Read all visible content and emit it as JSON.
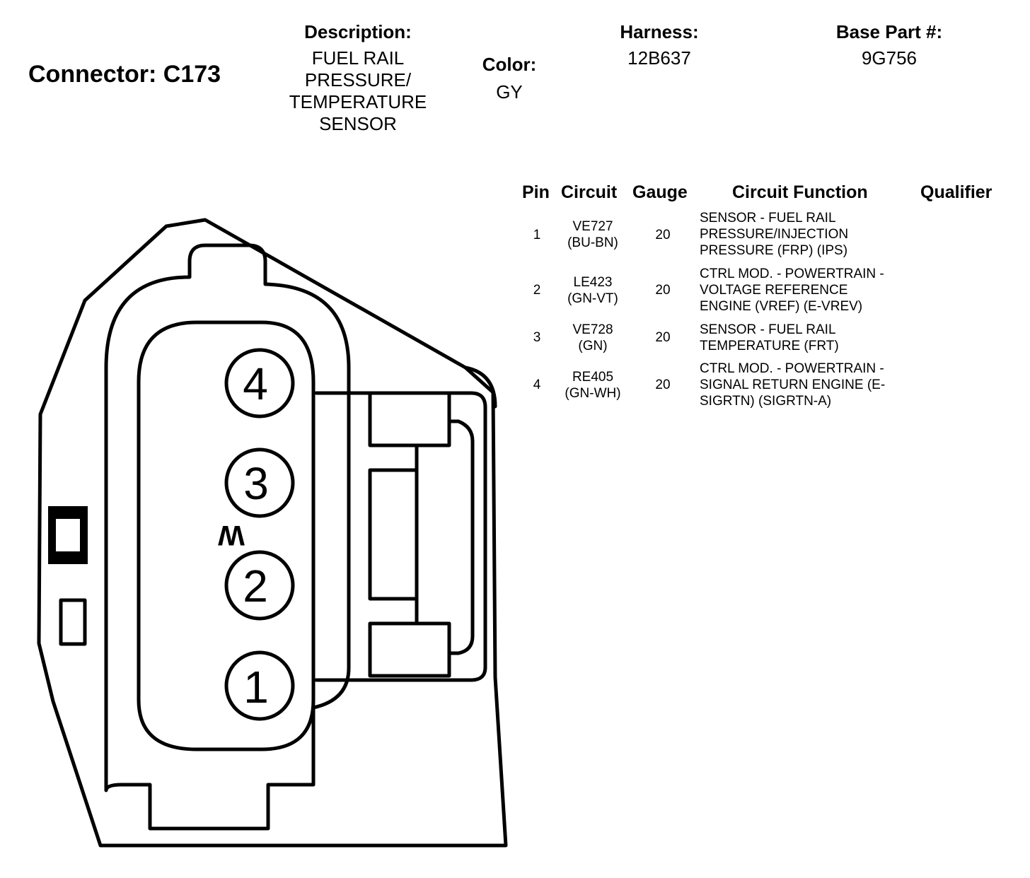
{
  "connector": {
    "title": "Connector: C173"
  },
  "description": {
    "label": "Description:",
    "lines": [
      "FUEL RAIL",
      "PRESSURE/",
      "TEMPERATURE",
      "SENSOR"
    ]
  },
  "color": {
    "label": "Color:",
    "value": "GY"
  },
  "harness": {
    "label": "Harness:",
    "value": "12B637"
  },
  "base_part": {
    "label": "Base Part #:",
    "value": "9G756"
  },
  "table": {
    "headers": {
      "pin": "Pin",
      "circuit": "Circuit",
      "gauge": "Gauge",
      "function": "Circuit Function",
      "qualifier": "Qualifier"
    },
    "rows": [
      {
        "pin": "1",
        "circuit": [
          "VE727",
          "(BU-BN)"
        ],
        "gauge": "20",
        "function": [
          "SENSOR - FUEL RAIL",
          "PRESSURE/INJECTION",
          "PRESSURE (FRP) (IPS)"
        ]
      },
      {
        "pin": "2",
        "circuit": [
          "LE423",
          "(GN-VT)"
        ],
        "gauge": "20",
        "function": [
          "CTRL MOD. - POWERTRAIN -",
          "VOLTAGE REFERENCE",
          "ENGINE (VREF) (E-VREV)"
        ]
      },
      {
        "pin": "3",
        "circuit": [
          "VE728",
          "(GN)"
        ],
        "gauge": "20",
        "function": [
          "SENSOR - FUEL RAIL",
          "TEMPERATURE (FRT)"
        ]
      },
      {
        "pin": "4",
        "circuit": [
          "RE405",
          "(GN-WH)"
        ],
        "gauge": "20",
        "function": [
          "CTRL MOD. - POWERTRAIN -",
          "SIGNAL RETURN ENGINE (E-",
          "SIGRTN) (SIGRTN-A)"
        ]
      }
    ]
  },
  "diagram": {
    "pin_labels": [
      "4",
      "3",
      "2",
      "1"
    ],
    "key_mark": "W"
  }
}
